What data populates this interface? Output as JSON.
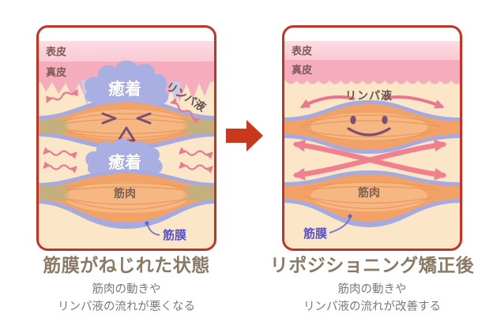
{
  "figure": {
    "before": {
      "title": "筋膜がねじれた状態",
      "subtitle_line1": "筋肉の動きや",
      "subtitle_line2": "リンパ液の流れが悪くなる",
      "labels": {
        "epidermis": "表皮",
        "dermis": "真皮",
        "adhesion_upper": "癒着",
        "adhesion_lower": "癒着",
        "lymph_fluid": "リンパ液",
        "muscle": "筋肉",
        "fascia": "筋膜"
      }
    },
    "after": {
      "title": "リポジショニング矯正後",
      "subtitle_line1": "筋肉の動きや",
      "subtitle_line2": "リンパ液の流れが改善する",
      "labels": {
        "epidermis": "表皮",
        "dermis": "真皮",
        "lymph_fluid": "リンパ液",
        "muscle": "筋肉",
        "fascia": "筋膜"
      }
    },
    "colors": {
      "panel_border": "#c23327",
      "subcutaneous_cream": "#fbe7c7",
      "epidermis_pink": "#f9c8d3",
      "dermis_pink": "#f5acbc",
      "fascia_blue": "#a5abe0",
      "adhesion_blue": "#a9aee3",
      "muscle_orange": "#f2a266",
      "muscle_highlight": "#f8c393",
      "tendon_olive": "#c4b07c",
      "flow_arrow_pink": "#e87a8e",
      "transform_arrow_red": "#c9371d",
      "title_brown": "#8c7964",
      "subtitle_gray": "#7a7a7a",
      "fascia_label_purple": "#5a52c4",
      "face_plum": "#7b4f72"
    }
  }
}
